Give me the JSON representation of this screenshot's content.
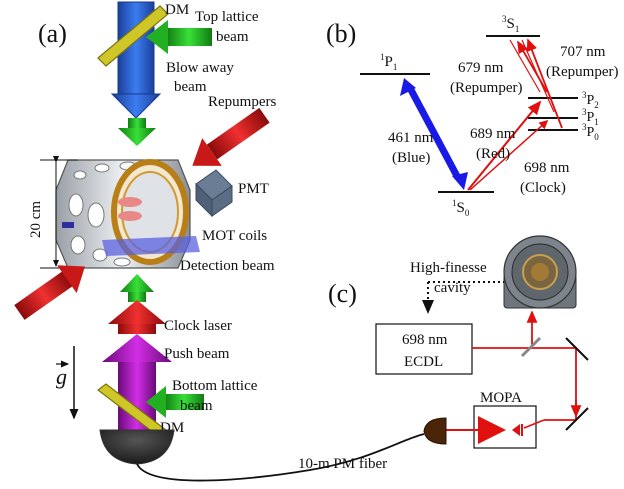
{
  "panels": {
    "a": "(a)",
    "b": "(b)",
    "c": "(c)"
  },
  "panel_a": {
    "dm_top": "DM",
    "top_lattice_1": "Top lattice",
    "top_lattice_2": "beam",
    "blow_1": "Blow away",
    "blow_2": "beam",
    "repumpers": "Repumpers",
    "pmt": "PMT",
    "size": "20 cm",
    "mot": "MOT coils",
    "detection": "Detection beam",
    "clock": "Clock laser",
    "push": "Push beam",
    "g": "g",
    "bottom_lattice_1": "Bottom lattice",
    "bottom_lattice_2": "beam",
    "dm_bottom": "DM",
    "fiber": "10-m PM fiber"
  },
  "panel_b": {
    "levels": {
      "s1": {
        "sup": "3",
        "main": "S",
        "sub": "1"
      },
      "p1": {
        "sup": "1",
        "main": "P",
        "sub": "1"
      },
      "p2": {
        "sup": "3",
        "main": "P",
        "sub": "2"
      },
      "p1t": {
        "sup": "3",
        "main": "P",
        "sub": "1"
      },
      "p0": {
        "sup": "3",
        "main": "P",
        "sub": "0"
      },
      "s0": {
        "sup": "1",
        "main": "S",
        "sub": "0"
      }
    },
    "transitions": {
      "blue_1": "461 nm",
      "blue_2": "(Blue)",
      "red_1": "689 nm",
      "red_2": "(Red)",
      "clock_1": "698 nm",
      "clock_2": "(Clock)",
      "r679_1": "679 nm",
      "r679_2": "(Repumper)",
      "r707_1": "707 nm",
      "r707_2": "(Repumper)"
    }
  },
  "panel_c": {
    "cavity_1": "High-finesse",
    "cavity_2": "cavity",
    "ecdl_1": "698 nm",
    "ecdl_2": "ECDL",
    "mopa": "MOPA"
  },
  "colors": {
    "blue_beam": "#1f5fd6",
    "green_beam": "#22c022",
    "red_beam": "#d81b1b",
    "magenta_beam": "#b010c0",
    "yellow_dm": "#c8c020",
    "laser_path": "#e01010",
    "blue_transition": "#1a1ae6"
  }
}
